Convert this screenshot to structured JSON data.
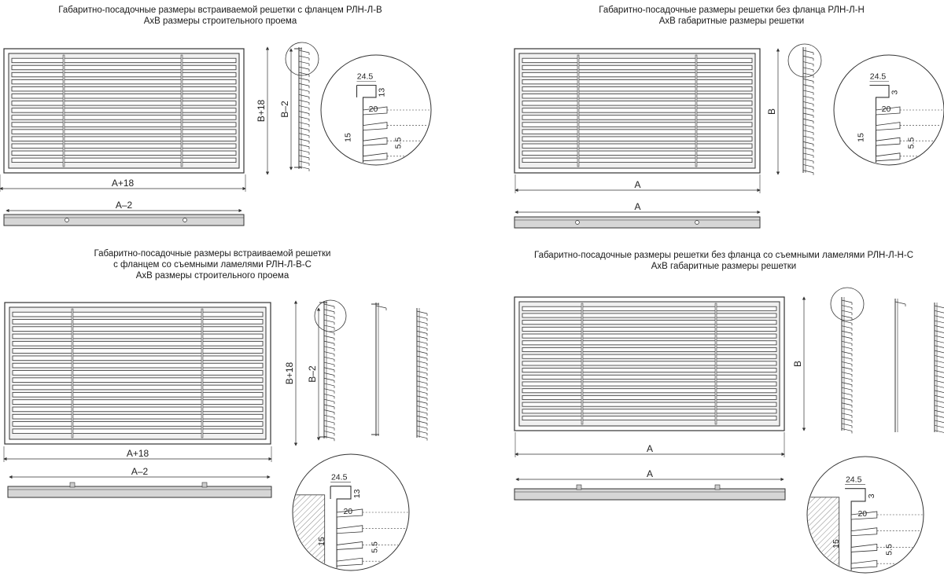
{
  "drawings": [
    {
      "id": "rln-l-v",
      "caption": [
        "Габаритно-посадочные размеры встраиваемой решетки с фланцем РЛН-Л-В",
        "АхВ размеры строительного проема"
      ],
      "dims": {
        "width": "А+18",
        "height": "В+18",
        "side": "В–2",
        "bottom": "А–2"
      },
      "detail": {
        "d1": "24.5",
        "d2": "13",
        "d3": "20",
        "d4": "15",
        "d5": "5.5"
      }
    },
    {
      "id": "rln-l-n",
      "caption": [
        "Габаритно-посадочные размеры решетки без фланца РЛН-Л-Н",
        "АхВ габаритные размеры решетки"
      ],
      "dims": {
        "width": "А",
        "height": "В",
        "bottom": "А"
      },
      "detail": {
        "d1": "24.5",
        "d2": "3",
        "d3": "20",
        "d4": "15",
        "d5": "5.5"
      }
    },
    {
      "id": "rln-l-v-s",
      "caption": [
        "Габаритно-посадочные размеры встраиваемой решетки",
        "с фланцем со съемными ламелями РЛН-Л-В-С",
        "АхВ размеры строительного проема"
      ],
      "dims": {
        "width": "А+18",
        "height": "В+18",
        "side": "В–2",
        "bottom": "А–2"
      },
      "detail": {
        "d1": "24.5",
        "d2": "13",
        "d3": "20",
        "d4": "15",
        "d5": "5.5"
      }
    },
    {
      "id": "rln-l-n-s",
      "caption": [
        "Габаритно-посадочные размеры решетки без фланца со съемными ламелями РЛН-Л-Н-С",
        "АхВ габаритные размеры решетки"
      ],
      "dims": {
        "width": "А",
        "height": "В",
        "bottom": "А"
      },
      "detail": {
        "d1": "24.5",
        "d2": "3",
        "d3": "20",
        "d4": "15",
        "d5": "5.5"
      }
    }
  ]
}
